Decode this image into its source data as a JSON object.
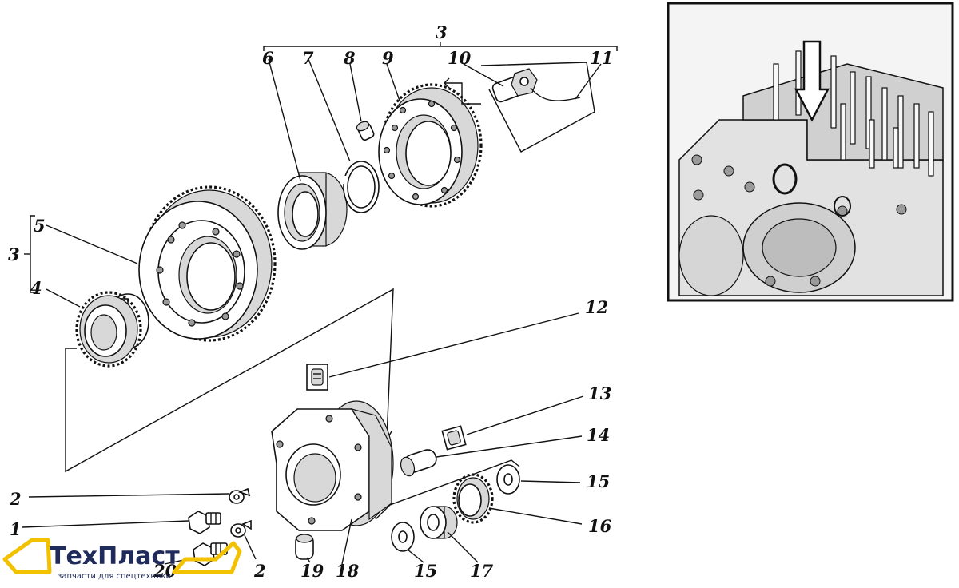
{
  "labels": {
    "assembly_top": "3",
    "assembly_left": "3",
    "p2a": "2",
    "p1": "1",
    "p20": "20",
    "p2b": "2",
    "p4": "4",
    "p5": "5",
    "p6": "6",
    "p7": "7",
    "p8": "8",
    "p9": "9",
    "p10": "10",
    "p11": "11",
    "p12": "12",
    "p13": "13",
    "p14": "14",
    "p15a": "15",
    "p15b": "15",
    "p16": "16",
    "p17": "17",
    "p18": "18",
    "p19": "19"
  },
  "logo": {
    "name": "ТехПласт",
    "tagline": "запчасти для спецтехники",
    "colors": {
      "text": "#1f2b5a",
      "accent": "#f2c200"
    }
  },
  "inset_photo": {
    "arrow_icon": "down-arrow-icon"
  }
}
